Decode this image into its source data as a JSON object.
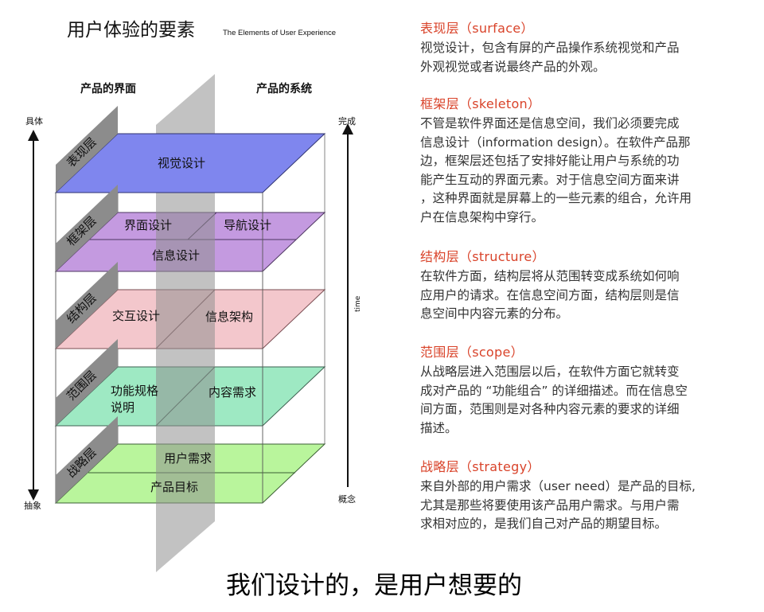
{
  "title": "用户体验的要素",
  "subtitle": "The Elements of User Experience",
  "caption": "我们设计的，是用户想要的",
  "headers": {
    "left": "产品的界面",
    "right": "产品的系统"
  },
  "axis_left": {
    "top": "具体",
    "bottom": "抽象"
  },
  "axis_right": {
    "top": "完成",
    "bottom": "概念",
    "middle": "time"
  },
  "planes": [
    {
      "id": "surface",
      "label": "表现层",
      "color": "#7f86ee",
      "cells": [
        "视觉设计"
      ]
    },
    {
      "id": "skeleton",
      "label": "框架层",
      "color": "#c49ae0",
      "cells": [
        "界面设计",
        "导航设计",
        "信息设计"
      ]
    },
    {
      "id": "structure",
      "label": "结构层",
      "color": "#f3c7cc",
      "cells": [
        "交互设计",
        "信息架构"
      ]
    },
    {
      "id": "scope",
      "label": "范围层",
      "color": "#9ee9c3",
      "cells": [
        "功能规格",
        "说明",
        "内容需求"
      ]
    },
    {
      "id": "strategy",
      "label": "战略层",
      "color": "#b9f59c",
      "cells": [
        "用户需求",
        "产品目标"
      ]
    }
  ],
  "descriptions": [
    {
      "title": "表现层（surface）",
      "lines": [
        "视觉设计，包含有屏的产品操作系统视觉和产品",
        "外观视觉或者说最终产品的外观。"
      ]
    },
    {
      "title": "框架层（skeleton）",
      "lines": [
        "不管是软件界面还是信息空间，我们必须要完成",
        "信息设计（information design）。在软件产品那",
        "边，框架层还包括了安排好能让用户与系统的功",
        "能产生互动的界面元素。对于信息空间方面来讲",
        "，这种界面就是屏幕上的一些元素的组合，允许用",
        "户在信息架构中穿行。"
      ]
    },
    {
      "title": "结构层（structure）",
      "lines": [
        "在软件方面，结构层将从范围转变成系统如何响",
        "应用户的请求。在信息空间方面，结构层则是信",
        "息空间中内容元素的分布。"
      ]
    },
    {
      "title": "范围层（scope）",
      "lines": [
        "从战略层进入范围层以后，在软件方面它就转变",
        "成对产品的 “功能组合” 的详细描述。而在信息空",
        "间方面，范围则是对各种内容元素的要求的详细",
        "描述。"
      ]
    },
    {
      "title": "战略层（strategy）",
      "lines": [
        "来自外部的用户需求（user need）是产品的目标,",
        "尤其是那些将要使用该产品用户需求。与用户需",
        "求相对应的，是我们自己对产品的期望目标。"
      ]
    }
  ]
}
